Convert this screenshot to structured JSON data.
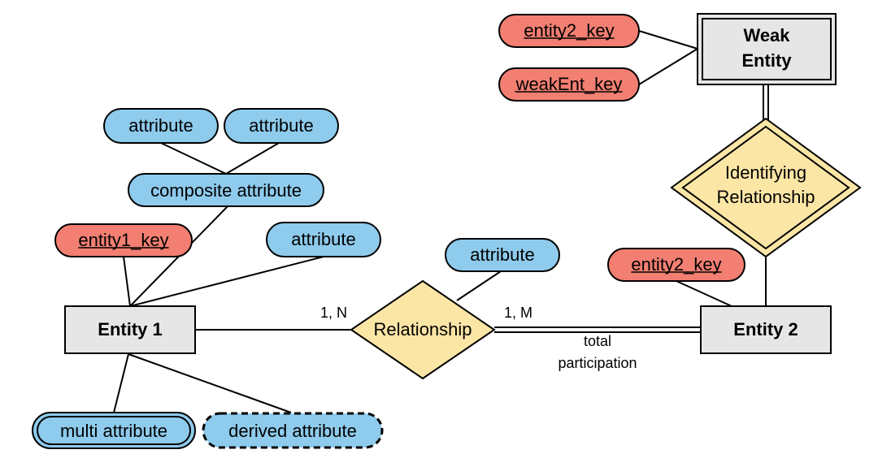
{
  "entities": {
    "entity1": "Entity 1",
    "entity2": "Entity 2",
    "weak_line1": "Weak",
    "weak_line2": "Entity"
  },
  "relationships": {
    "relationship": "Relationship",
    "identifying_line1": "Identifying",
    "identifying_line2": "Relationship"
  },
  "attributes": {
    "attr_top_left": "attribute",
    "attr_top_right": "attribute",
    "composite": "composite attribute",
    "entity1_attr": "attribute",
    "relationship_attr": "attribute",
    "multi": "multi attribute",
    "derived": "derived attribute"
  },
  "keys": {
    "entity1_key": "entity1_key",
    "entity2_key_top": "entity2_key",
    "weak_key": "weakEnt_key",
    "entity2_key": "entity2_key"
  },
  "cardinality": {
    "left": "1, N",
    "right": "1, M"
  },
  "annotation": {
    "line1": "total",
    "line2": "participation"
  },
  "colors": {
    "attribute_fill": "#8ecbec",
    "key_fill": "#f27f72",
    "entity_fill": "#e6e6e6",
    "relationship_fill": "#fbe6a6"
  }
}
